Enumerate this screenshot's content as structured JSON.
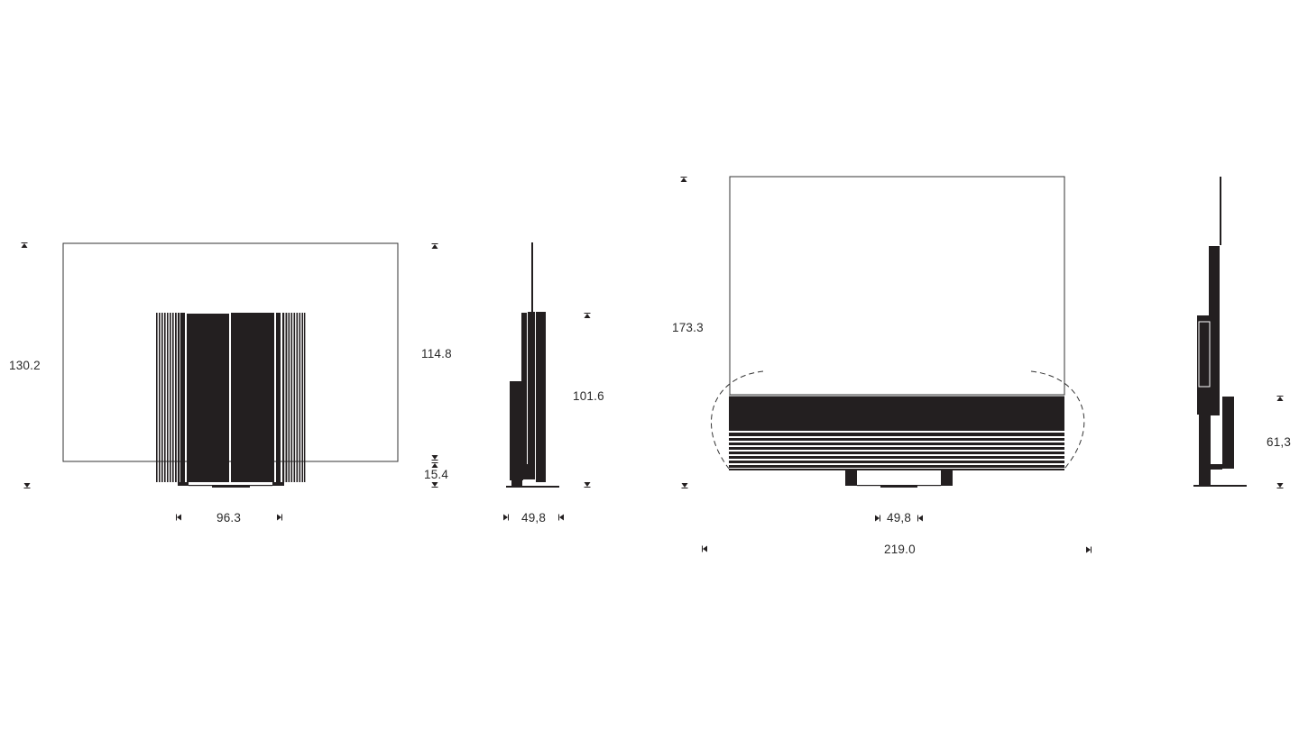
{
  "drawing": {
    "ink_color": "#231f20",
    "paper_color": "#ffffff",
    "line_color": "#333333"
  },
  "dimensions": {
    "front_compact_height": "130.2",
    "front_compact_width": "96.3",
    "side_compact_height": "114.8",
    "side_compact_base": "15.4",
    "side_compact_depth": "49,8",
    "side_compact_panel_height": "101.6",
    "front_wide_height": "173.3",
    "front_wide_stand_width": "49,8",
    "front_wide_width": "219.0",
    "side_wide_base_height": "61,3"
  }
}
